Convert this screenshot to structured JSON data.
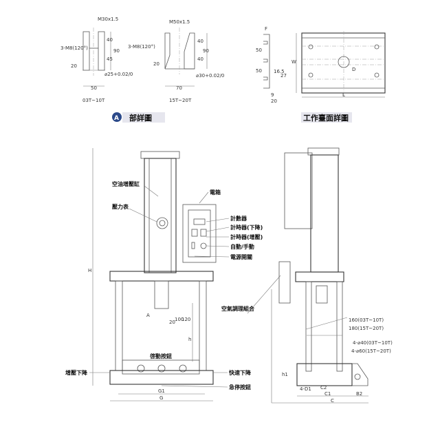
{
  "detail_a": {
    "title": "部詳圖",
    "badge": "A",
    "small": {
      "thread": "M30x1.5",
      "holes": "3-M8(120°)",
      "d40": "40",
      "d45": "45",
      "d90": "90",
      "d20": "20",
      "bore": "⌀25+0.02/0",
      "width": "50",
      "range": "03T~10T"
    },
    "large": {
      "thread": "M50x1.5",
      "holes": "3-M8(120°)",
      "d40a": "40",
      "d40b": "40",
      "d90": "90",
      "d20": "20",
      "bore": "⌀30+0.02/0",
      "width": "70",
      "range": "15T~20T"
    }
  },
  "table_detail": {
    "title": "工作臺面詳圖",
    "dims": {
      "f": "F",
      "p1": "50",
      "p2": "50",
      "a": "16.5",
      "b": "27",
      "c": "9",
      "d": "20",
      "w": "W",
      "l": "L",
      "hole": "D"
    }
  },
  "front_view": {
    "labels": {
      "cylinder": "空油增壓缸",
      "gauge": "壓力表",
      "box": "電箱",
      "counter": "計數器",
      "timer_down": "計時器(下降)",
      "timer_boost": "計時器(增壓)",
      "auto_manual": "自動/手動",
      "power": "電源開關",
      "start": "啓動按鈕",
      "boost_down": "增壓下降",
      "fast_down": "快速下降",
      "estop": "急停按鈕"
    },
    "dims": {
      "H": "H",
      "h": "h",
      "A": "A",
      "d20": "20",
      "d100": "100",
      "d120": "120",
      "G1": "G1",
      "G": "G"
    }
  },
  "side_view": {
    "labels": {
      "air": "空氣調理組合"
    },
    "dims": {
      "span1": "160(03T~10T)",
      "span2": "180(15T~20T)",
      "col1": "4-⌀40(03T~10T)",
      "col2": "4-⌀60(15T~20T)",
      "h1": "h1",
      "D1": "4-D1",
      "C2": "C2",
      "C1": "C1",
      "B2": "B2",
      "C": "C"
    }
  }
}
